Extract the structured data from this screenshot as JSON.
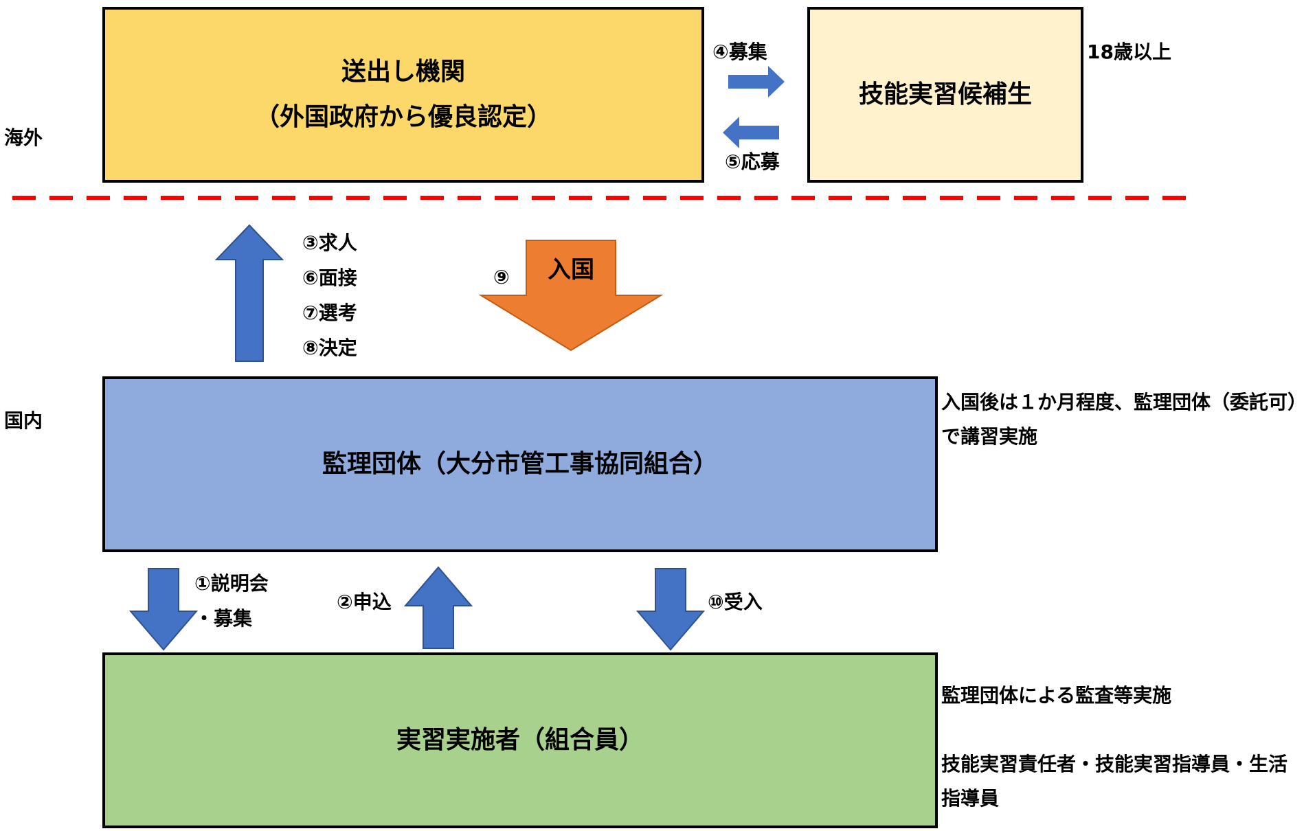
{
  "regions": {
    "overseas": "海外",
    "domestic": "国内"
  },
  "boxes": {
    "sending_org": {
      "title": "送出し機関",
      "subtitle": "（外国政府から優良認定）",
      "fill": "#FCD76A"
    },
    "candidate": {
      "title": "技能実習候補生",
      "fill": "#FFF2CC"
    },
    "supervising_org": {
      "title": "監理団体（大分市管工事協同組合）",
      "fill": "#8FAADC"
    },
    "implementer": {
      "title": "実習実施者（組合員）",
      "fill": "#A9D18E"
    }
  },
  "labels": {
    "age_note": "18歳以上",
    "recruit": "④募集",
    "apply": "⑤応募",
    "job_offer": "③求人",
    "interview": "⑥面接",
    "selection": "⑦選考",
    "decision": "⑧決定",
    "entry_num": "⑨",
    "entry": "入国",
    "briefing_line1": "①説明会",
    "briefing_line2": "・募集",
    "application": "②申込",
    "acceptance": "⑩受入"
  },
  "notes": {
    "training": "入国後は１か月程度、監理団体（委託可）で講習実施",
    "audit": "監理団体による監査等実施",
    "staff": "技能実習責任者・技能実習指導員・生活指導員"
  },
  "colors": {
    "arrow_blue": "#4472C4",
    "arrow_orange": "#ED7D31",
    "divider_red": "#FF0000",
    "outline": "#000000"
  }
}
